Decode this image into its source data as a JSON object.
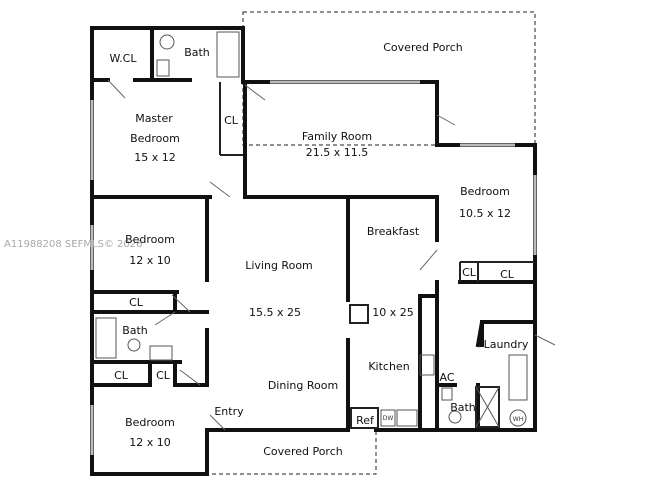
{
  "watermark": "A11988208  SEFMLS© 2026",
  "rooms": {
    "covered_porch_top": "Covered Porch",
    "wcl": "W.CL",
    "bath_master": "Bath",
    "master_line1": "Master",
    "master_line2": "Bedroom",
    "master_dim": "15 x 12",
    "master_cl": "CL",
    "family": "Family Room",
    "family_dim": "21.5 x 11.5",
    "bedroom_right": "Bedroom",
    "bedroom_right_dim": "10.5 x 12",
    "cl_right_a": "CL",
    "cl_right_b": "CL",
    "bedroom_left": "Bedroom",
    "bedroom_left_dim": "12 x 10",
    "cl_left": "CL",
    "bath_left": "Bath",
    "cl_small_a": "CL",
    "cl_small_b": "CL",
    "bedroom_bottom": "Bedroom",
    "bedroom_bottom_dim": "12 x 10",
    "living": "Living Room",
    "living_dim": "15.5 x 25",
    "dining": "Dining Room",
    "entry": "Entry",
    "covered_porch_bottom": "Covered Porch",
    "breakfast": "Breakfast",
    "kitchen_dim": "10 x 25",
    "kitchen": "Kitchen",
    "ref": "Ref",
    "dw": "DW",
    "ac": "AC",
    "bath_hall": "Bath",
    "laundry": "Laundry",
    "wh": "WH"
  }
}
